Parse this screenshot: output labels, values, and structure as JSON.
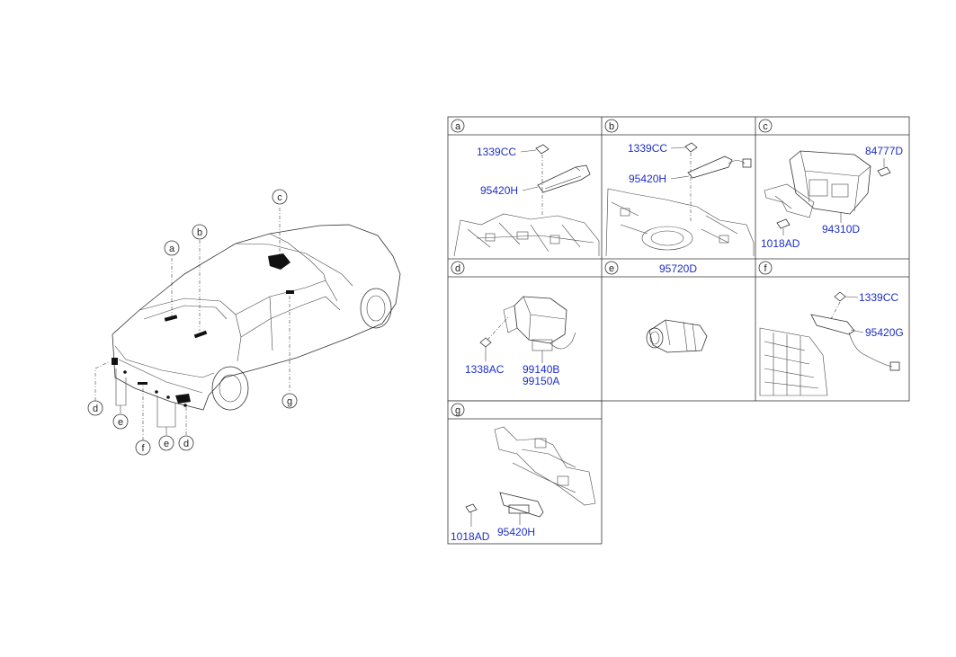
{
  "overview": {
    "callouts": [
      "a",
      "b",
      "c",
      "d",
      "e",
      "f",
      "e",
      "d",
      "g"
    ]
  },
  "panels": {
    "a": {
      "letter": "a",
      "parts": [
        "1339CC",
        "95420H"
      ]
    },
    "b": {
      "letter": "b",
      "parts": [
        "1339CC",
        "95420H"
      ]
    },
    "c": {
      "letter": "c",
      "parts": [
        "84777D",
        "94310D",
        "1018AD"
      ]
    },
    "d": {
      "letter": "d",
      "parts": [
        "1338AC",
        "99140B",
        "99150A"
      ]
    },
    "e": {
      "letter": "e",
      "title": "95720D"
    },
    "f": {
      "letter": "f",
      "parts": [
        "1339CC",
        "95420G"
      ]
    },
    "g": {
      "letter": "g",
      "parts": [
        "1018AD",
        "95420H"
      ]
    }
  }
}
